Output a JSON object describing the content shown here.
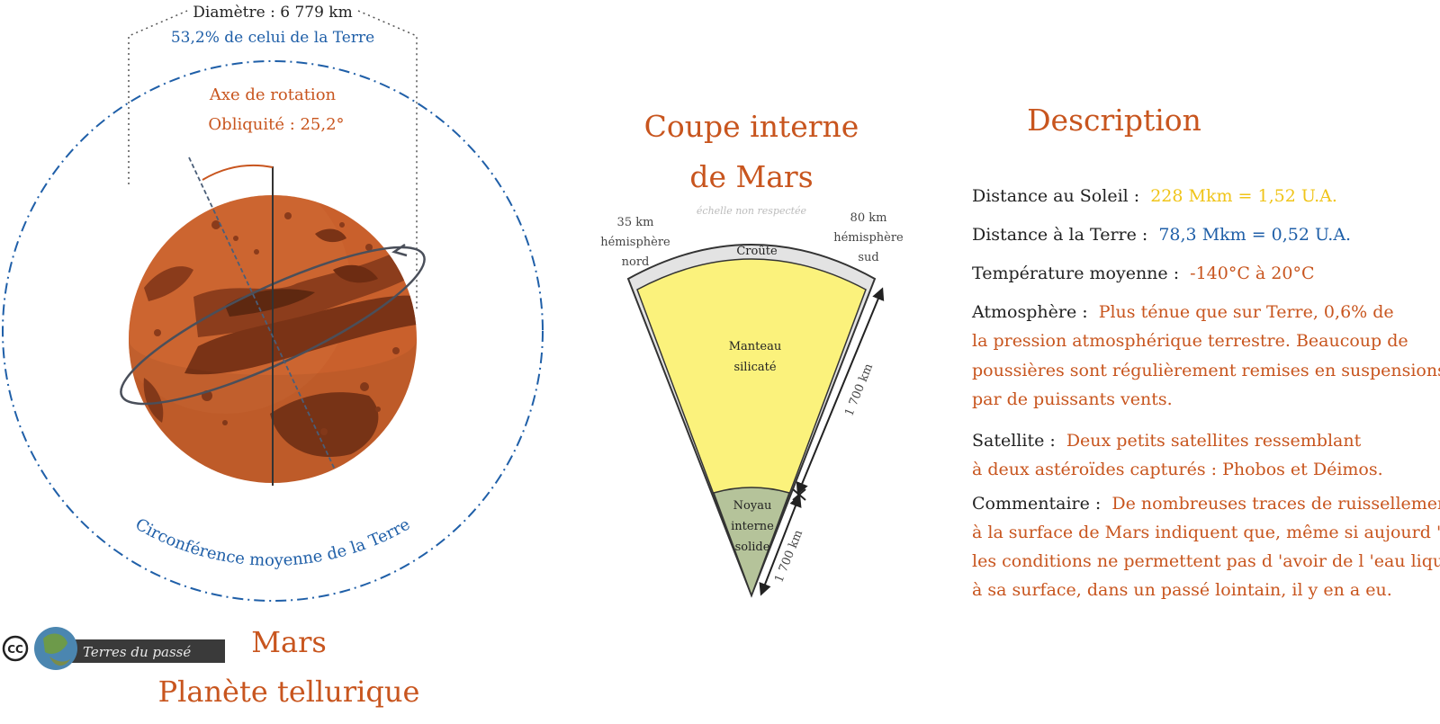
{
  "colors": {
    "orange": "#c8551e",
    "blue": "#1f5fa8",
    "yellow": "#f0c419",
    "mars_surface": "#c9602c",
    "mantle": "#fbf27c",
    "core": "#b5c39a",
    "crust": "#e3e3e3"
  },
  "planet": {
    "diameter_label": "Diamètre : 6 779 km",
    "diameter_ratio": "53,2% de celui de la Terre",
    "axis_label": "Axe de rotation",
    "obliquity_label": "Obliquité : 25,2°",
    "earth_circumference_label": "Circonférence moyenne de la Terre"
  },
  "title": {
    "line1": "Mars",
    "line2": "Planète tellurique"
  },
  "logo": {
    "cc": "CC",
    "text": "Terres du passé"
  },
  "section": {
    "line1": "Coupe interne",
    "line2": "de Mars",
    "scale_note": "échelle non respectée",
    "north": {
      "depth": "35 km",
      "hemi": "hémisphère",
      "name": "nord"
    },
    "south": {
      "depth": "80 km",
      "hemi": "hémisphère",
      "name": "sud"
    },
    "crust": "Croûte",
    "mantle": {
      "line1": "Manteau",
      "line2": "silicaté"
    },
    "core": {
      "line1": "Noyau",
      "line2": "interne",
      "line3": "solide"
    },
    "dim_mantle": "1 700 km",
    "dim_core": "1 700 km"
  },
  "description": {
    "title": "Description",
    "distance_sun": {
      "label": "Distance au Soleil :",
      "value": "228 Mkm = 1,52 U.A."
    },
    "distance_earth": {
      "label": "Distance à la Terre :",
      "value": "78,3 Mkm = 0,52 U.A."
    },
    "temperature": {
      "label": "Température moyenne :",
      "value": "-140°C à 20°C"
    },
    "atmosphere": {
      "label": "Atmosphère :",
      "line1": "Plus ténue que sur Terre, 0,6% de",
      "line2": "la pression atmosphérique terrestre. Beaucoup de",
      "line3": "poussières sont régulièrement remises en suspensions",
      "line4": "par de puissants vents."
    },
    "satellite": {
      "label": "Satellite :",
      "line1": "Deux petits satellites ressemblant",
      "line2": "à deux astéroïdes capturés : Phobos et Déimos."
    },
    "comment": {
      "label": "Commentaire :",
      "line1": "De nombreuses traces de ruissellement",
      "line2": "à la surface de Mars indiquent que, même si aujourd 'hui",
      "line3": "les conditions ne permettent pas d 'avoir de l 'eau liquide",
      "line4": "à sa surface, dans un passé lointain, il y en a eu."
    }
  }
}
